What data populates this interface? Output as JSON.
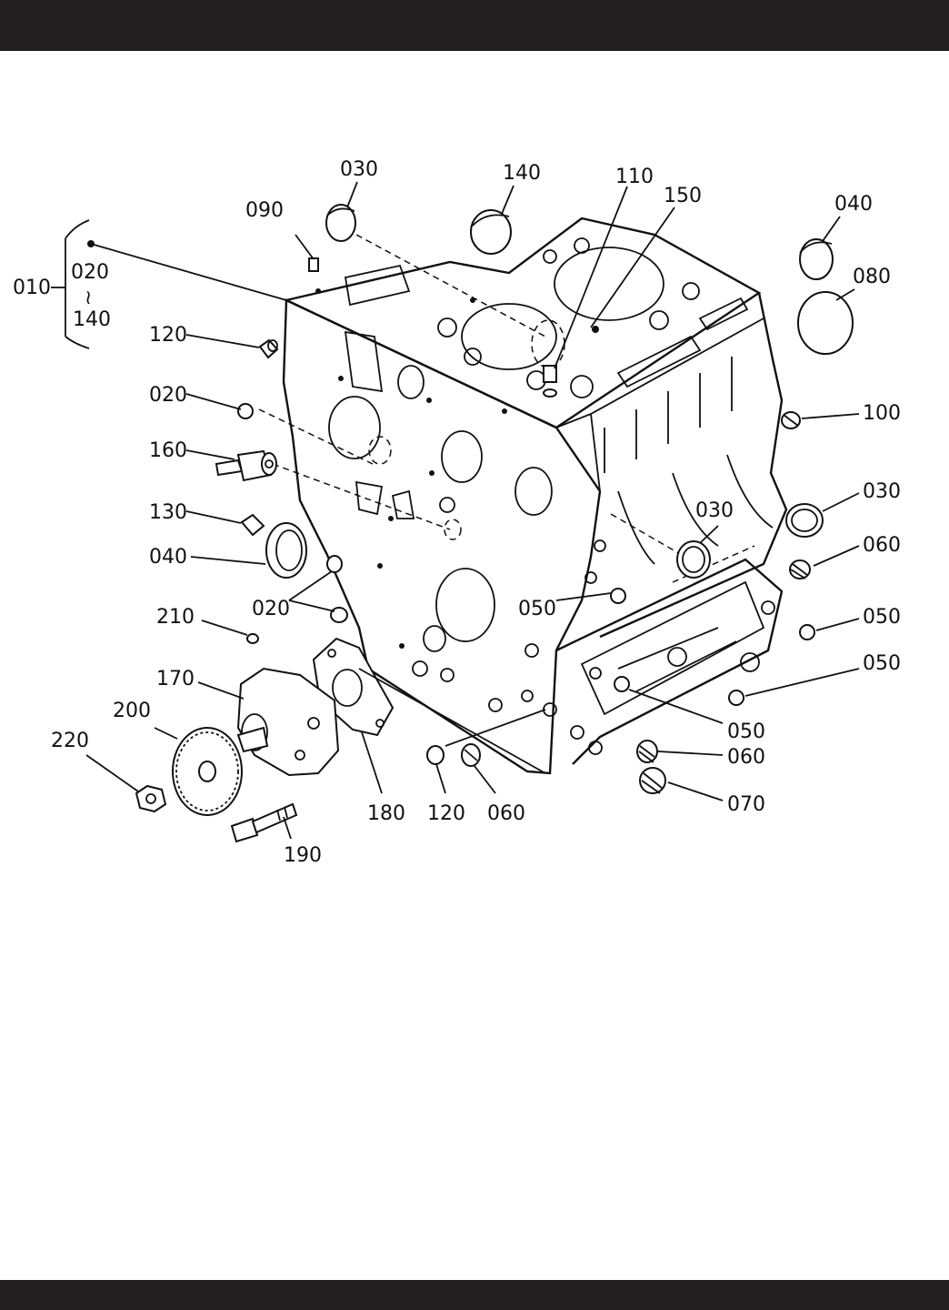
{
  "colors": {
    "bar": "#231f20",
    "line": "#111111",
    "background": "#ffffff"
  },
  "group": {
    "main": "010",
    "range_from": "020",
    "range_sep": "≀",
    "range_to": "140"
  },
  "callouts": [
    {
      "id": "c030a",
      "text": "030"
    },
    {
      "id": "c140a",
      "text": "140"
    },
    {
      "id": "c110",
      "text": "110"
    },
    {
      "id": "c150",
      "text": "150"
    },
    {
      "id": "c040a",
      "text": "040"
    },
    {
      "id": "c090",
      "text": "090"
    },
    {
      "id": "c080",
      "text": "080"
    },
    {
      "id": "c120a",
      "text": "120"
    },
    {
      "id": "c020a",
      "text": "020"
    },
    {
      "id": "c100",
      "text": "100"
    },
    {
      "id": "c160",
      "text": "160"
    },
    {
      "id": "c030b",
      "text": "030"
    },
    {
      "id": "c130",
      "text": "130"
    },
    {
      "id": "c030c",
      "text": "030"
    },
    {
      "id": "c060a",
      "text": "060"
    },
    {
      "id": "c040b",
      "text": "040"
    },
    {
      "id": "c050a",
      "text": "050"
    },
    {
      "id": "c050b",
      "text": "050"
    },
    {
      "id": "c020b",
      "text": "020"
    },
    {
      "id": "c210",
      "text": "210"
    },
    {
      "id": "c050c",
      "text": "050"
    },
    {
      "id": "c170",
      "text": "170"
    },
    {
      "id": "c050d",
      "text": "050"
    },
    {
      "id": "c200",
      "text": "200"
    },
    {
      "id": "c060b",
      "text": "060"
    },
    {
      "id": "c220",
      "text": "220"
    },
    {
      "id": "c070",
      "text": "070"
    },
    {
      "id": "c180",
      "text": "180"
    },
    {
      "id": "c120b",
      "text": "120"
    },
    {
      "id": "c060c",
      "text": "060"
    },
    {
      "id": "c190",
      "text": "190"
    }
  ]
}
